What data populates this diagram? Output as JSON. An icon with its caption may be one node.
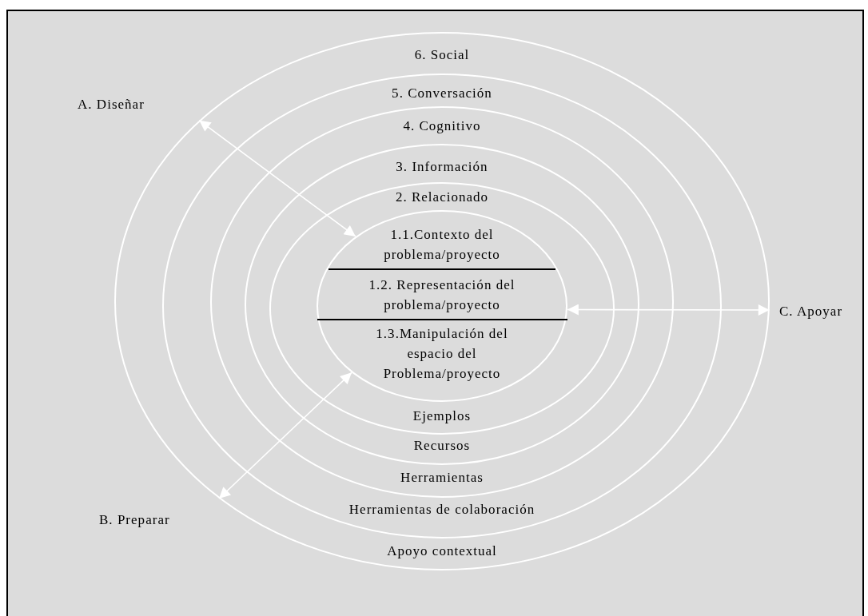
{
  "diagram": {
    "nodes": [
      {
        "text": [
          "6. Social",
          "Apoyo contextual"
        ]
      },
      {
        "text": [
          "5. Conversación",
          "Herramientas de colaboración"
        ],
        "in": 0
      },
      {
        "text": [
          "4. Cognitivo",
          "Herramientas"
        ],
        "in": 1
      },
      {
        "text": [
          "3. Información",
          "Recursos"
        ],
        "in": 2
      },
      {
        "text": [
          "2. Relacionado",
          "Ejemplos"
        ],
        "in": 3
      },
      {
        "text": [
          "1.1.Contexto del problema/proyecto",
          "1.2. Representación del problema/proyecto",
          "1.3.Manipulación del espacio del Problema/proyecto"
        ],
        "in": 4
      }
    ],
    "edges": [
      {
        "from": 0,
        "to": 5,
        "arrow": "both"
      },
      {
        "from": 0,
        "to": 5,
        "arrow": "both"
      },
      {
        "from": 0,
        "to": 5,
        "arrow": "both"
      }
    ],
    "labels": [
      "A. Diseñar",
      "B. Preparar",
      "C. Apoyar"
    ]
  }
}
